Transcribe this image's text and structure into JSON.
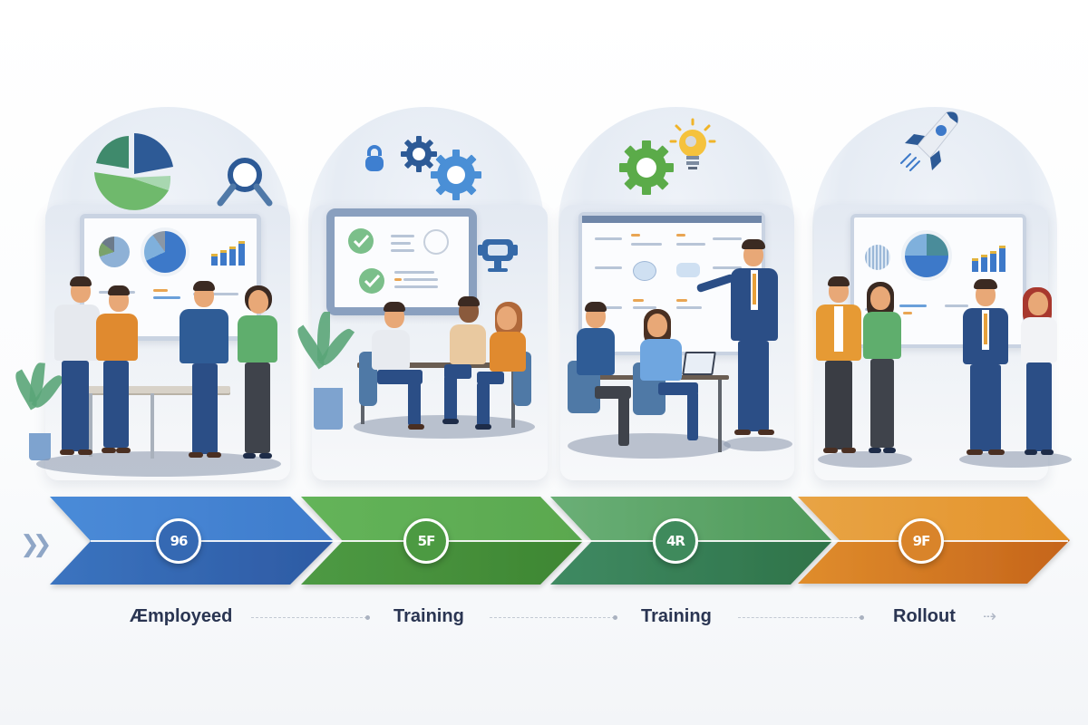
{
  "diagram": {
    "type": "process-timeline",
    "stage_count": 4,
    "start_icon": "double-chevron-right-icon",
    "end_icon": "arrow-right-icon"
  },
  "stages": [
    {
      "label": "Æmployeed",
      "badge_text": "96",
      "color": "#3f7ccc",
      "color_dark": "#2d5fa8",
      "scene": "team-discussing-analytics-dashboard",
      "top_icons": [
        "pie-chart-icon",
        "magnifier-icon"
      ],
      "board_icons": [
        "pie-chart-icon",
        "pie-chart-icon",
        "bar-chart-icon"
      ]
    },
    {
      "label": "Training",
      "badge_text": "5F",
      "color": "#5aa84f",
      "color_dark": "#3e8632",
      "scene": "team-working-at-table",
      "top_icons": [
        "lock-icon",
        "gear-icon",
        "gear-icon"
      ],
      "board_icons": [
        "checkmark-icon",
        "checkmark-icon"
      ],
      "side_icon": "robot-icon"
    },
    {
      "label": "Training",
      "badge_text": "4R",
      "color": "#4f9a6a",
      "color_dark": "#2f7352",
      "scene": "presenter-at-whiteboard",
      "top_icons": [
        "gear-icon",
        "lightbulb-icon"
      ]
    },
    {
      "label": "Rollout",
      "badge_text": "9F",
      "color": "#e4952e",
      "color_dark": "#c76a1c",
      "scene": "team-reviewing-results",
      "top_icons": [
        "rocket-icon"
      ],
      "board_icons": [
        "pie-chart-icon",
        "pie-chart-icon",
        "bar-chart-icon"
      ]
    }
  ]
}
